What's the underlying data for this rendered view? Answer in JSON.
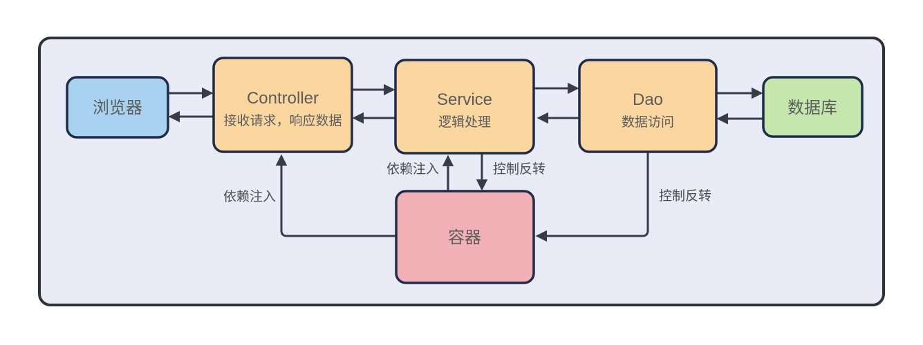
{
  "nodes": {
    "browser": {
      "label": "浏览器"
    },
    "controller": {
      "title": "Controller",
      "subtitle": "接收请求，响应数据"
    },
    "service": {
      "title": "Service",
      "subtitle": "逻辑处理"
    },
    "dao": {
      "title": "Dao",
      "subtitle": "数据访问"
    },
    "database": {
      "label": "数据库"
    },
    "container": {
      "label": "容器"
    }
  },
  "edge_labels": {
    "di_controller": "依赖注入",
    "di_service": "依赖注入",
    "ioc_service": "控制反转",
    "ioc_dao": "控制反转"
  },
  "colors": {
    "frame_fill": "#e9ecf6",
    "frame_stroke": "#2e3136",
    "node_stroke": "#1e2b4a",
    "orange": "#fbd7a0",
    "blue": "#a9d2f0",
    "green": "#c5e7ae",
    "pink": "#f1b1b6",
    "arrow": "#363d49",
    "text": "#5c5c5c"
  }
}
